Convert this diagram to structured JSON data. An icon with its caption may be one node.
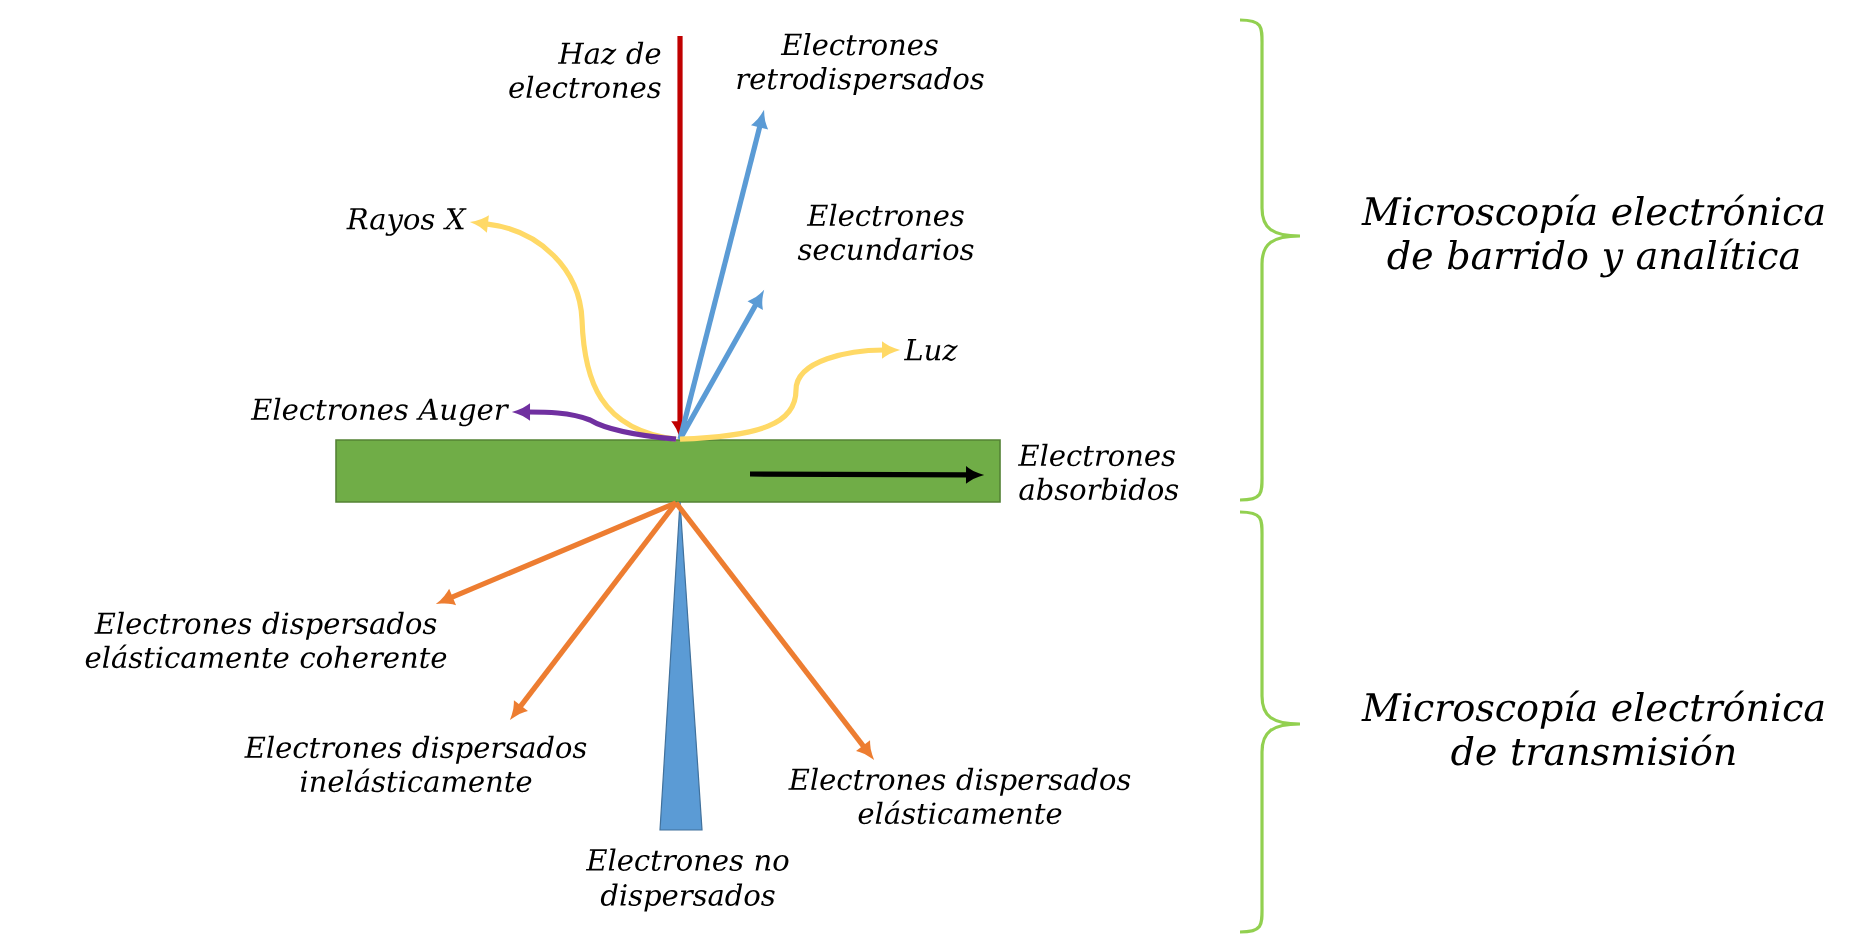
{
  "diagram": {
    "nodes": [
      {
        "text": [],
        "shape": "bar"
      },
      {
        "text": [
          "Haz de electrones"
        ]
      },
      {
        "text": [
          "Electrones retrodispersados"
        ]
      },
      {
        "text": [
          "Electrones secundarios"
        ]
      },
      {
        "text": [
          "Rayos X"
        ]
      },
      {
        "text": [
          "Luz"
        ]
      },
      {
        "text": [
          "Electrones Auger"
        ]
      },
      {
        "text": [
          "Electrones absorbidos"
        ]
      },
      {
        "text": [
          "Electrones dispersados elásticamente coherente"
        ]
      },
      {
        "text": [
          "Electrones dispersados inelásticamente"
        ]
      },
      {
        "text": [
          "Electrones dispersados elásticamente"
        ]
      }
    ],
    "edges": [
      {
        "from": 1,
        "to": 0,
        "arrow": "to",
        "color": "#c00000"
      },
      {
        "from": 0,
        "to": 2,
        "arrow": "to",
        "color": "#5b9bd5"
      },
      {
        "from": 0,
        "to": 3,
        "arrow": "to",
        "color": "#5b9bd5"
      },
      {
        "from": 0,
        "to": 4,
        "arrow": "to",
        "color": "#ffd966"
      },
      {
        "from": 0,
        "to": 5,
        "arrow": "to",
        "color": "#ffd966"
      },
      {
        "from": 0,
        "to": 6,
        "arrow": "to",
        "color": "#7030a0"
      },
      {
        "from": 0,
        "to": 7,
        "arrow": "to",
        "color": "#000000"
      },
      {
        "from": 0,
        "to": 8,
        "arrow": "to"
      },
      {
        "from": 0,
        "to": 9,
        "arrow": "to"
      },
      {
        "from": 0,
        "to": 10,
        "arrow": "to"
      }
    ],
    "labels": [
      "Microscopía electrónica de barrido y analítica",
      "Microscopía electrónica de transmisión",
      "Electrones no dispersados"
    ]
  }
}
